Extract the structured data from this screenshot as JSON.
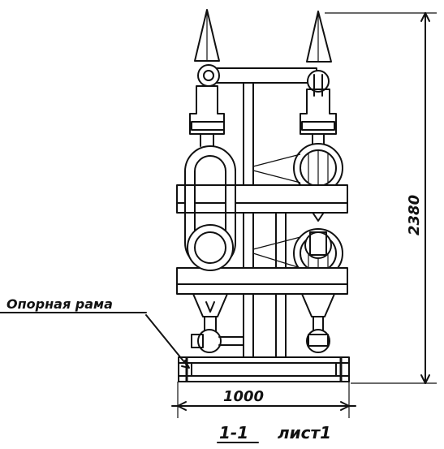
{
  "labels": {
    "support_frame": "Опорная рама",
    "height_dimension": "2380",
    "width_dimension": "1000",
    "section_label": "1-1",
    "sheet_label": "лист1"
  },
  "colors": {
    "ink": "#111111",
    "paper": "#ffffff"
  }
}
